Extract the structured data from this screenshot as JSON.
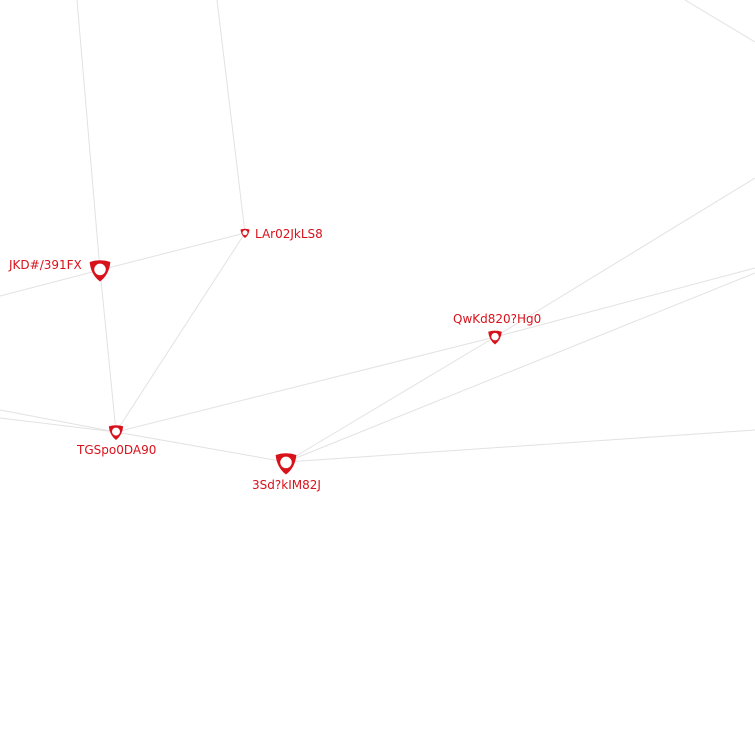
{
  "graph": {
    "accent_color": "#d8121b",
    "edge_color": "#e2e2e2",
    "node_icon": "shield-node-icon",
    "nodes": [
      {
        "id": "JKD#/391FX",
        "label": "JKD#/391FX"
      },
      {
        "id": "LAr02JkLS8",
        "label": "LAr02JkLS8"
      },
      {
        "id": "QwKd820?Hg0",
        "label": "QwKd820?Hg0"
      },
      {
        "id": "TGSpo0DA90",
        "label": "TGSpo0DA90"
      },
      {
        "id": "3Sd?kIM82J",
        "label": "3Sd?kIM82J"
      }
    ],
    "edges": [
      [
        "JKD#/391FX",
        "LAr02JkLS8"
      ],
      [
        "JKD#/391FX",
        "TGSpo0DA90"
      ],
      [
        "LAr02JkLS8",
        "TGSpo0DA90"
      ],
      [
        "TGSpo0DA90",
        "QwKd820?Hg0"
      ],
      [
        "TGSpo0DA90",
        "3Sd?kIM82J"
      ],
      [
        "QwKd820?Hg0",
        "3Sd?kIM82J"
      ]
    ]
  }
}
